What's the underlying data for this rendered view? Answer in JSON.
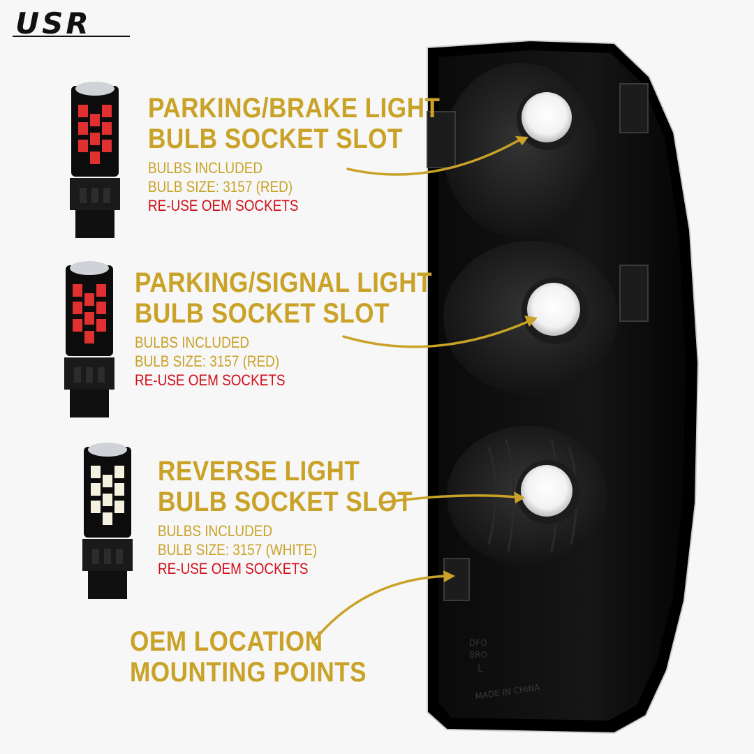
{
  "brand": {
    "logo_text": "USR",
    "accent_color": "#c9a227",
    "warning_color": "#d0101a"
  },
  "callouts": [
    {
      "title_line1": "PARKING/BRAKE LIGHT",
      "title_line2": "BULB SOCKET SLOT",
      "bulbs": "BULBS INCLUDED",
      "size": "BULB SIZE: 3157 (RED)",
      "reuse": "RE-USE OEM SOCKETS",
      "led_color": "#e0302f"
    },
    {
      "title_line1": "PARKING/SIGNAL LIGHT",
      "title_line2": "BULB SOCKET SLOT",
      "bulbs": "BULBS INCLUDED",
      "size": "BULB SIZE: 3157 (RED)",
      "reuse": "RE-USE OEM SOCKETS",
      "led_color": "#e0302f"
    },
    {
      "title_line1": "REVERSE LIGHT",
      "title_line2": "BULB SOCKET SLOT",
      "bulbs": "BULBS INCLUDED",
      "size": "BULB SIZE: 3157 (WHITE)",
      "reuse": "RE-USE OEM SOCKETS",
      "led_color": "#f4f1df"
    }
  ],
  "mounting": {
    "line1": "OEM LOCATION",
    "line2": "MOUNTING POINTS"
  },
  "housing_marks": {
    "made_in": "MADE IN CHINA",
    "code1": "DFO",
    "code2": "BRO",
    "side": "L"
  }
}
